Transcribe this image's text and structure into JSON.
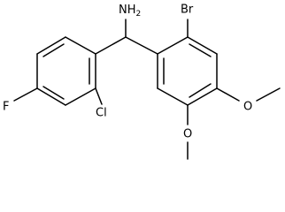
{
  "molecule": {
    "labels": {
      "amine": "NH",
      "amine_subscript": "2",
      "bromine": "Br",
      "chlorine": "Cl",
      "fluorine": "F",
      "methoxy_oxygen_upper": "O",
      "methoxy_oxygen_lower": "O"
    },
    "colors": {
      "bond": "#000000",
      "text": "#000000",
      "background": "#ffffff"
    }
  }
}
